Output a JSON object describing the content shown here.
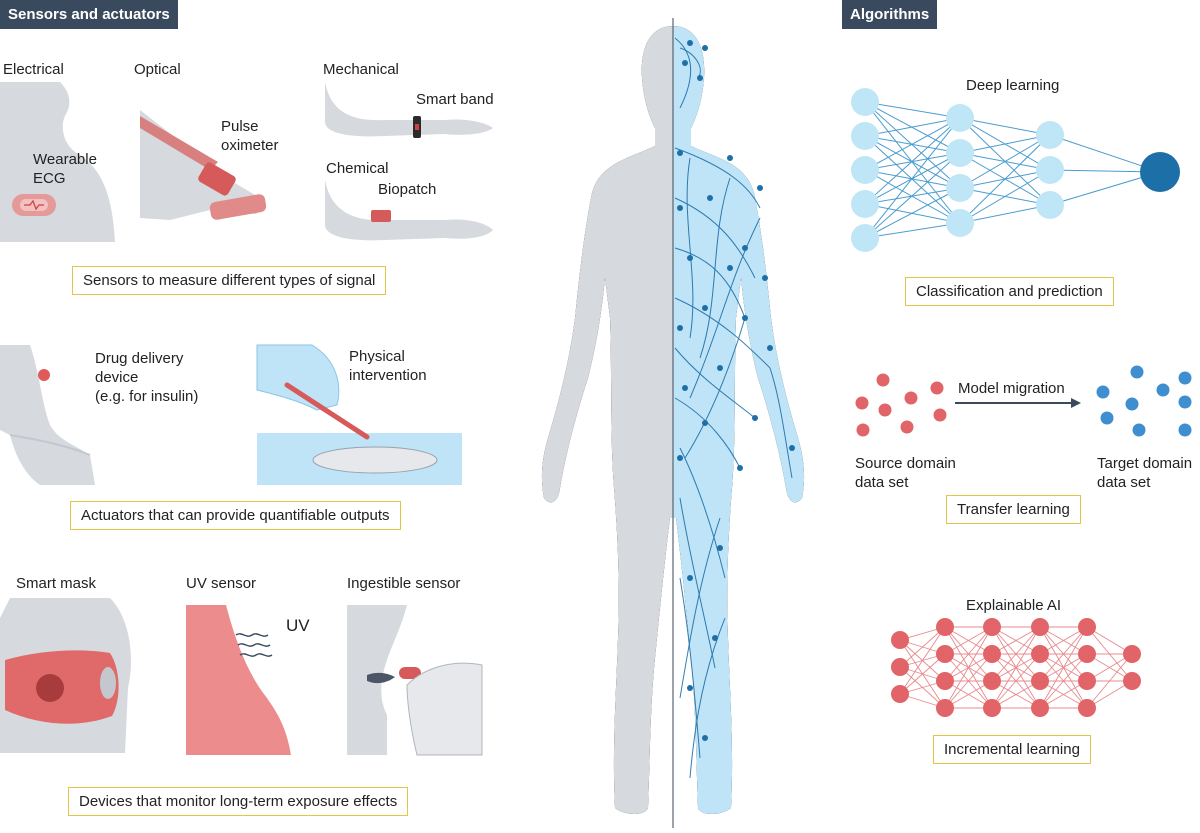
{
  "headers": {
    "left": "Sensors and actuators",
    "right": "Algorithms"
  },
  "sensors": {
    "electrical": "Electrical",
    "wearable_ecg_line1": "Wearable",
    "wearable_ecg_line2": "ECG",
    "optical": "Optical",
    "pulse_line1": "Pulse",
    "pulse_line2": "oximeter",
    "mechanical": "Mechanical",
    "smart_band": "Smart band",
    "chemical": "Chemical",
    "biopatch": "Biopatch",
    "caption": "Sensors to measure different types of signal"
  },
  "actuators": {
    "drug_line1": "Drug delivery",
    "drug_line2": "device",
    "drug_line3": "(e.g. for insulin)",
    "phys_line1": "Physical",
    "phys_line2": "intervention",
    "caption": "Actuators that can provide quantifiable outputs"
  },
  "exposure": {
    "smart_mask": "Smart mask",
    "uv_sensor": "UV sensor",
    "uv_text": "UV",
    "ingestible": "Ingestible sensor",
    "caption": "Devices that monitor long-term exposure effects"
  },
  "algorithms": {
    "deep_learning": "Deep learning",
    "classification": "Classification and prediction",
    "model_migration": "Model migration",
    "source_line1": "Source domain",
    "source_line2": "data set",
    "target_line1": "Target domain",
    "target_line2": "data set",
    "transfer": "Transfer learning",
    "explainable": "Explainable AI",
    "incremental": "Incremental learning"
  },
  "colors": {
    "header_bg": "#3a4a5e",
    "caption_border": "#e3c54a",
    "body_gray": "#d6d9de",
    "body_blue": "#bfe3f7",
    "node_blue": "#1d6fa8",
    "neuron_light": "#bfe6f7",
    "neuron_red": "#e06468",
    "device_red": "#e07a7a"
  }
}
